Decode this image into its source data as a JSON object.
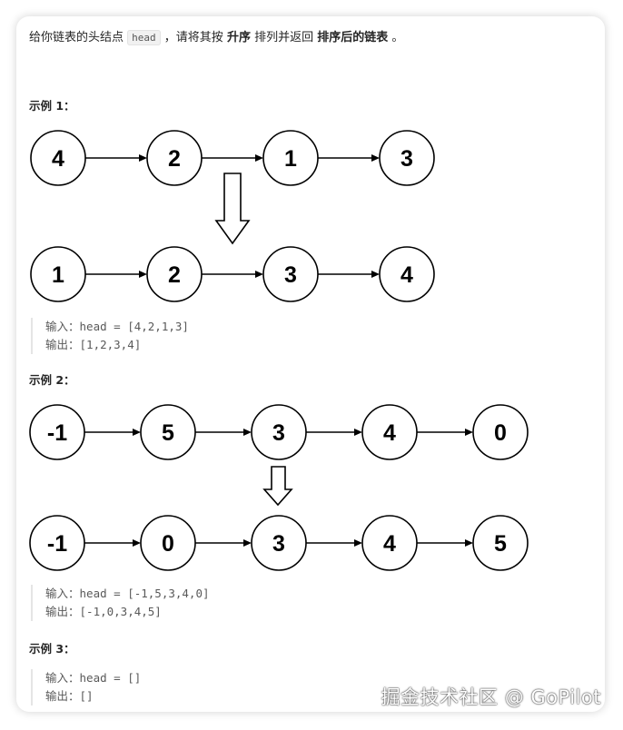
{
  "problem": {
    "seg1": "给你链表的头结点",
    "code": "head",
    "seg2": "，请将其按",
    "bold1": "升序",
    "seg3": "排列并返回",
    "bold2": "排序后的链表",
    "seg4": "。"
  },
  "examples": [
    {
      "label": "示例 1：",
      "before": [
        "4",
        "2",
        "1",
        "3"
      ],
      "after": [
        "1",
        "2",
        "3",
        "4"
      ],
      "input_label": "输入：",
      "input_text": "head = [4,2,1,3]",
      "output_label": "输出：",
      "output_text": "[1,2,3,4]"
    },
    {
      "label": "示例 2：",
      "before": [
        "-1",
        "5",
        "3",
        "4",
        "0"
      ],
      "after": [
        "-1",
        "0",
        "3",
        "4",
        "5"
      ],
      "input_label": "输入：",
      "input_text": "head = [-1,5,3,4,0]",
      "output_label": "输出：",
      "output_text": "[-1,0,3,4,5]"
    },
    {
      "label": "示例 3：",
      "input_label": "输入：",
      "input_text": "head = []",
      "output_label": "输出：",
      "output_text": "[]"
    }
  ],
  "watermark": "掘金技术社区 @ GoPilot"
}
